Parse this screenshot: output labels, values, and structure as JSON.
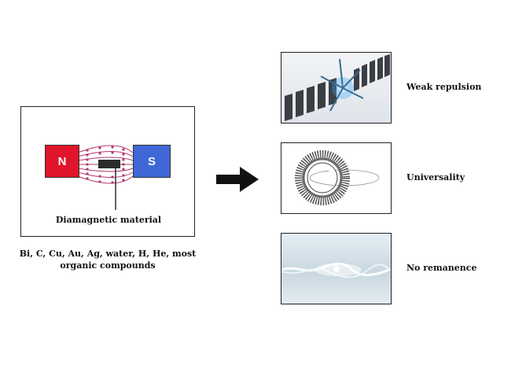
{
  "left_panel": {
    "north_label": "N",
    "south_label": "S",
    "material_label": "Diamagnetic material",
    "colors": {
      "north": "#e0142a",
      "south": "#3f67d6",
      "field_lines": "#b2386d"
    }
  },
  "caption": "Bi, C, Cu, Au, Ag, water, H, He, most organic compounds",
  "properties": [
    {
      "label": "Weak repulsion",
      "icon": "levitating-blocks-image"
    },
    {
      "label": "Universality",
      "icon": "spiked-ring-image"
    },
    {
      "label": "No remanence",
      "icon": "energy-wave-image"
    }
  ]
}
